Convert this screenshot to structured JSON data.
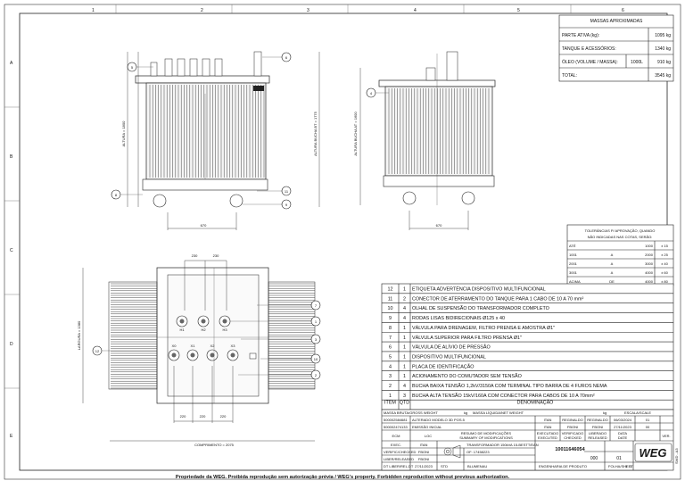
{
  "border": {
    "columns": [
      "1",
      "2",
      "3",
      "4",
      "5",
      "6"
    ],
    "rows": [
      "A",
      "B",
      "C",
      "D",
      "E"
    ]
  },
  "mass_table": {
    "title": "MASSAS APROXIMADAS",
    "rows": [
      {
        "label": "PARTE ATIVA (kg):",
        "extra": "",
        "value": "1095 kg"
      },
      {
        "label": "TANQUE E ACESSÓRIOS:",
        "extra": "",
        "value": "1340 kg"
      },
      {
        "label": "ÓLEO (VOLUME / MASSA):",
        "extra": "1000L",
        "value": "910 kg"
      },
      {
        "label": "TOTAL:",
        "extra": "",
        "value": "3545 kg"
      }
    ]
  },
  "tolerance_table": {
    "title_line1": "TOLERÂNCIAS P/ APROVAÇÃO, QUANDO",
    "title_line2": "NÃO INDICADAS NAS COTAS, SERÃO:",
    "rows": [
      [
        "ATÉ",
        "",
        "1000",
        "± 15"
      ],
      [
        "1001",
        "A",
        "2000",
        "± 25"
      ],
      [
        "2001",
        "A",
        "3000",
        "± 40"
      ],
      [
        "3001",
        "A",
        "4000",
        "± 60"
      ],
      [
        "ACIMA",
        "DE",
        "4000",
        "± 80"
      ]
    ]
  },
  "bom": {
    "header": {
      "item": "ITEM",
      "qtd": "QTD",
      "denominacao": "DENOMINAÇÃO"
    },
    "rows": [
      {
        "item": "12",
        "qtd": "1",
        "desc": "ETIQUETA ADVERTÊNCIA DISPOSITIVO MULTIFUNCIONAL"
      },
      {
        "item": "11",
        "qtd": "2",
        "desc": "CONECTOR DE ATERRAMENTO DO TANQUE PARA 1 CABO DE 10 A 70 mm²"
      },
      {
        "item": "10",
        "qtd": "4",
        "desc": "OLHAL DE SUSPENSÃO DO TRANSFORMADOR COMPLETO"
      },
      {
        "item": "9",
        "qtd": "4",
        "desc": "RODAS LISAS BIDIRECIONAIS Ø125 x 40"
      },
      {
        "item": "8",
        "qtd": "1",
        "desc": "VÁLVULA PARA DRENAGEM, FILTRO PRENSA E AMOSTRA Ø1\""
      },
      {
        "item": "7",
        "qtd": "1",
        "desc": "VÁLVULA SUPERIOR PARA FILTRO PRENSA Ø1\""
      },
      {
        "item": "6",
        "qtd": "1",
        "desc": "VÁLVULA DE ALÍVIO DE PRESSÃO"
      },
      {
        "item": "5",
        "qtd": "1",
        "desc": "DISPOSITIVO MULTIFUNCIONAL"
      },
      {
        "item": "4",
        "qtd": "1",
        "desc": "PLACA DE IDENTIFICAÇÃO"
      },
      {
        "item": "3",
        "qtd": "1",
        "desc": "ACIONAMENTO DO COMUTADOR SEM TENSÃO"
      },
      {
        "item": "2",
        "qtd": "4",
        "desc": "BUCHA BAIXA TENSÃO 1,2kV/3150A COM TERMINAL TIPO BARRA DE 4 FUROS NEMA"
      },
      {
        "item": "1",
        "qtd": "3",
        "desc": "BUCHA ALTA TENSÃO 15kV/160A COM CONECTOR PARA CABOS DE 10 A 70mm²"
      }
    ]
  },
  "title_block": {
    "mass_label": "MASSA BRUTA/GROSS WEIGHT",
    "kg1": "kg",
    "liquid_label": "MASSA LÍQUIDA/NET WEIGHT",
    "kg2": "kg",
    "escala_label": "ESCALA/SCALE",
    "ecm1": "500002584681",
    "rev1_desc": "ALTERADO MODELO 3D POS.5",
    "rev1_by1": "ITAN",
    "rev1_by2": "REGINALDO",
    "rev1_by3": "REGINALDO",
    "rev1_date": "06/03/2024",
    "rev1_num": "01",
    "ecm0": "500002474133",
    "rev0_desc": "EMISSÃO INICIAL",
    "rev0_by1": "ITAN",
    "rev0_by2": "FBONI",
    "rev0_by3": "FBONI",
    "rev0_date": "27/11/2023",
    "rev0_num": "00",
    "h_ecm": "ECM",
    "h_loc": "LOC",
    "h_mods": "RESUMO DE MODIFICAÇÕES",
    "h_mods_en": "SUMMARY OF MODIFICATIONS",
    "h_exec": "EXECUTADO",
    "h_exec_en": "EXECUTED",
    "h_verif": "VERIFICADO",
    "h_verif_en": "CHECKED",
    "h_lib": "LIBERADO",
    "h_lib_en": "RELEASED",
    "h_data": "DATA",
    "h_data_en": "DATE",
    "h_ver": "VER.",
    "exec_label": "EXEC.",
    "exec_val": "ITAN",
    "verif_label": "VERIFIC/CHECKED",
    "verif_val": "FBONI",
    "lib_label": "LIBER/RELEASED",
    "lib_val": "FBONI",
    "dt_label": "DT LIBER/REL.DT",
    "dt_val": "27/11/2023",
    "description": "TRANSFORMADOR 150kVA 15-BESTT/EAN",
    "of": "OF: 17458223",
    "drawing_number": "10011646054",
    "version": "000",
    "sheet": "01",
    "sheet_of": "1",
    "sheet_total": "1",
    "std_label": "STD",
    "location": "BLUMENAU",
    "eng": "ENGENHARIA DE PRODUTO",
    "folha": "FOLHA/SHEET",
    "logo": "WEG",
    "format": "SWD - A3"
  },
  "footer": "Propriedade da WEG. Proibida reprodução sem autorização prévia / WEG's property. Forbidden reproduction without previous authorization.",
  "dimensions": {
    "front_height": "ALTURA = 1800",
    "front_height_bt": "ALTURA BUCHA BT = 1775",
    "side_height_at": "ALTURA BUCHA AT = 1600",
    "front_width": "670",
    "side_width": "670",
    "top_spacing_a": "230",
    "top_spacing_b": "230",
    "top_width": "LARGURA = 1380",
    "bottom_spacing_a": "220",
    "bottom_spacing_b": "220",
    "bottom_spacing_c": "220",
    "top_length": "COMPRIMENTO = 2075"
  },
  "terminals": {
    "ht": [
      "H1",
      "H2",
      "H3"
    ],
    "lt": [
      "X0",
      "X1",
      "X2",
      "X3"
    ]
  },
  "balloons": {
    "front": [
      "5",
      "6",
      "8",
      "11",
      "9"
    ],
    "side": [
      "4"
    ],
    "top_left": [
      "12"
    ],
    "top_right": [
      "7",
      "1",
      "3",
      "10",
      "2"
    ]
  }
}
